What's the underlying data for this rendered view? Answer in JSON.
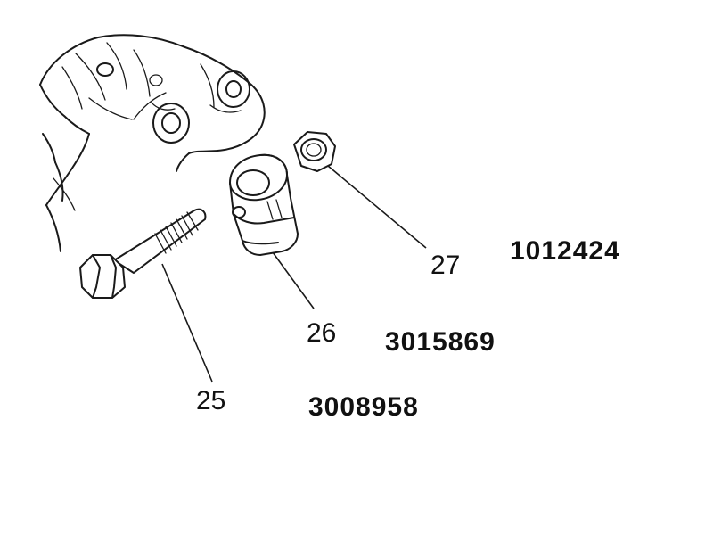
{
  "callouts": {
    "bolt": "25",
    "clamp": "26",
    "nut": "27"
  },
  "part_numbers": {
    "nut": "1012424",
    "clamp": "3015869",
    "bolt": "3008958"
  }
}
